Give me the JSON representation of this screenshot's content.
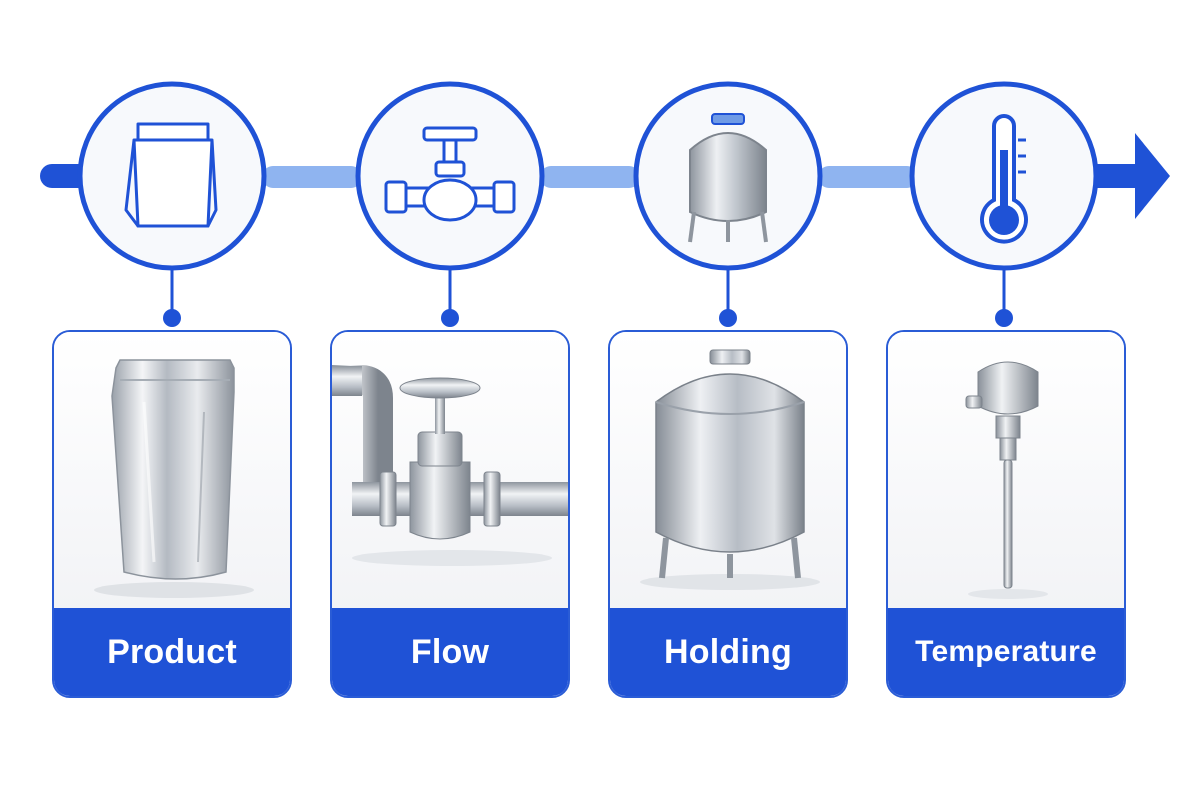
{
  "colors": {
    "primary_blue": "#1f52d6",
    "connector_light_blue": "#8fb4f0",
    "circle_fill": "#f7f9fc",
    "steel": "#b8bec6"
  },
  "steps": [
    {
      "id": "product",
      "label": "Product",
      "icon": "bag-icon",
      "photo": "foil-bag-photo"
    },
    {
      "id": "flow",
      "label": "Flow",
      "icon": "valve-icon",
      "photo": "pipe-valve-photo"
    },
    {
      "id": "holding",
      "label": "Holding",
      "icon": "tank-icon",
      "photo": "steel-tank-photo"
    },
    {
      "id": "temperature",
      "label": "Temperature",
      "icon": "thermometer-icon",
      "photo": "temperature-probe-photo"
    }
  ]
}
